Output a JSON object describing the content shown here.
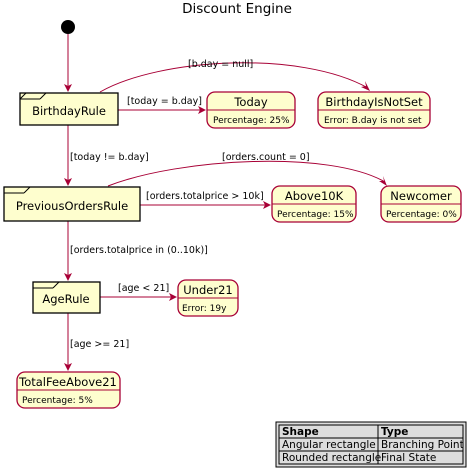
{
  "title": "Discount Engine",
  "rules": {
    "birthday": "BirthdayRule",
    "previous_orders": "PreviousOrdersRule",
    "age": "AgeRule"
  },
  "states": {
    "today": {
      "name": "Today",
      "detail": "Percentage: 25%"
    },
    "birthday_not_set": {
      "name": "BirthdayIsNotSet",
      "detail": "Error: B.day is not set"
    },
    "above10k": {
      "name": "Above10K",
      "detail": "Percentage: 15%"
    },
    "newcomer": {
      "name": "Newcomer",
      "detail": "Percentage: 0%"
    },
    "under21": {
      "name": "Under21",
      "detail": "Error: 19y"
    },
    "total_fee_above21": {
      "name": "TotalFeeAbove21",
      "detail": "Percentage: 5%"
    }
  },
  "transitions": {
    "bday_null": "[b.day = null]",
    "today_eq": "[today = b.day]",
    "today_neq": "[today != b.day]",
    "orders_count": "[orders.count = 0]",
    "total_gt": "[orders.totalprice > 10k]",
    "total_in": "[orders.totalprice in (0..10k)]",
    "age_lt": "[age < 21]",
    "age_ge": "[age >= 21]"
  },
  "legend": {
    "headers": [
      "Shape",
      "Type"
    ],
    "rows": [
      [
        "Angular rectangle",
        "Branching Point"
      ],
      [
        "Rounded rectangle",
        "Final State"
      ]
    ]
  },
  "colors": {
    "state_fill": "#FEFECE",
    "border": "#A80036",
    "legend_fill": "#DDDDDD"
  }
}
